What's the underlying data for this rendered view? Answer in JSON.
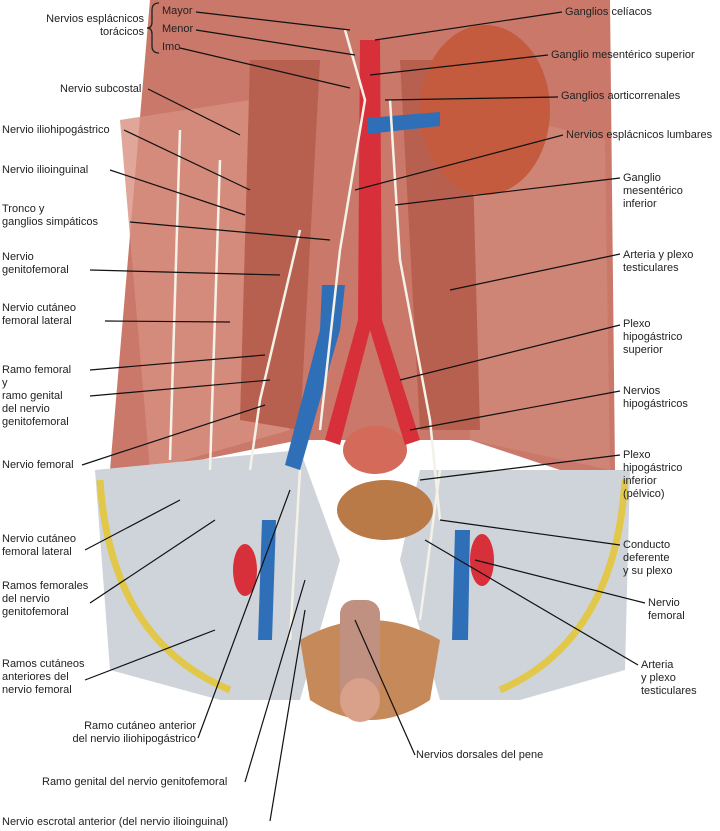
{
  "labels": {
    "splanchnic_group": "Nervios esplácnicos\ntorácicos",
    "mayor": "Mayor",
    "menor": "Menor",
    "imo": "Imo",
    "subcostal": "Nervio subcostal",
    "iliohipogastrico": "Nervio iliohipogástrico",
    "ilioinguinal": "Nervio ilioinguinal",
    "tronco": "Tronco y\nganglios simpáticos",
    "genitofemoral": "Nervio\ngenitofemoral",
    "cutaneo_lat_1": "Nervio cutáneo\nfemoral lateral",
    "ramo_femoral": "Ramo femoral\ny\nramo genital\ndel nervio\ngenitofemoral",
    "femoral_left": "Nervio femoral",
    "cutaneo_lat_2": "Nervio cutáneo\nfemoral lateral",
    "ramos_femorales": "Ramos femorales\ndel nervio\ngenitofemoral",
    "ramos_cutaneos": "Ramos cutáneos\nanteriores del\nnervio femoral",
    "ramo_cutaneo_ant": "Ramo cutáneo anterior\ndel nervio iliohipogástrico",
    "ramo_genital": "Ramo genital del nervio genitofemoral",
    "escrotal": "Nervio escrotal anterior (del nervio ilioinguinal)",
    "dorsales": "Nervios dorsales del pene",
    "celiacos": "Ganglios celíacos",
    "mes_sup": "Ganglio mesentérico superior",
    "aorticorrenales": "Ganglios aorticorrenales",
    "espl_lumbares": "Nervios esplácnicos lumbares",
    "mes_inf": "Ganglio\nmesentérico\ninferior",
    "arteria_plexo_1": "Arteria y plexo\ntesticulares",
    "plexo_sup": "Plexo\nhipogástrico\nsuperior",
    "hipogastricos": "Nervios\nhipogástricos",
    "plexo_inf": "Plexo\nhipogástrico\ninferior\n(pélvico)",
    "conducto": "Conducto\ndeferente\ny su plexo",
    "femoral_right": "Nervio\nfemoral",
    "arteria_plexo_2": "Arteria\ny plexo\ntesticulares"
  },
  "colors": {
    "muscle": "#c9786a",
    "artery": "#d8303a",
    "vein": "#2f6fb8",
    "nerve": "#f4f2e8",
    "fat": "#e2c84a",
    "fascia": "#c9cfd6"
  }
}
